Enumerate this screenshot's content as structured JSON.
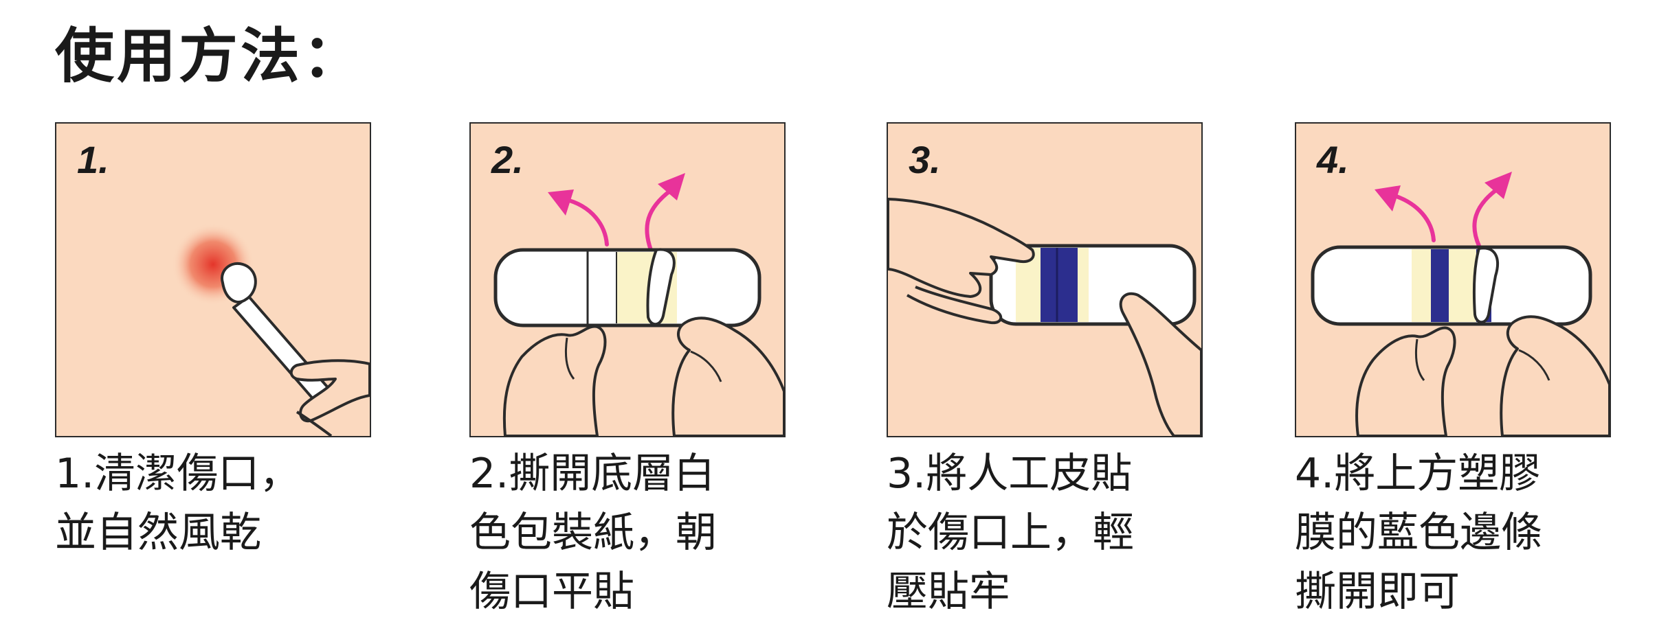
{
  "title": "使用方法：",
  "colors": {
    "skin_panel": "#fbd9bf",
    "arrow": "#e8339a",
    "blue_strip": "#2c2e8e",
    "pad_yellow": "#faf3c8",
    "wound_red": "#e4352a"
  },
  "steps": [
    {
      "number": "1.",
      "caption_lines": [
        "1.清潔傷口，",
        "並自然風乾"
      ]
    },
    {
      "number": "2.",
      "caption_lines": [
        "2.撕開底層白",
        "色包裝紙，朝",
        "傷口平貼"
      ]
    },
    {
      "number": "3.",
      "caption_lines": [
        "3.將人工皮貼",
        "於傷口上，輕",
        "壓貼牢"
      ]
    },
    {
      "number": "4.",
      "caption_lines": [
        "4.將上方塑膠",
        "膜的藍色邊條",
        "撕開即可"
      ]
    }
  ]
}
